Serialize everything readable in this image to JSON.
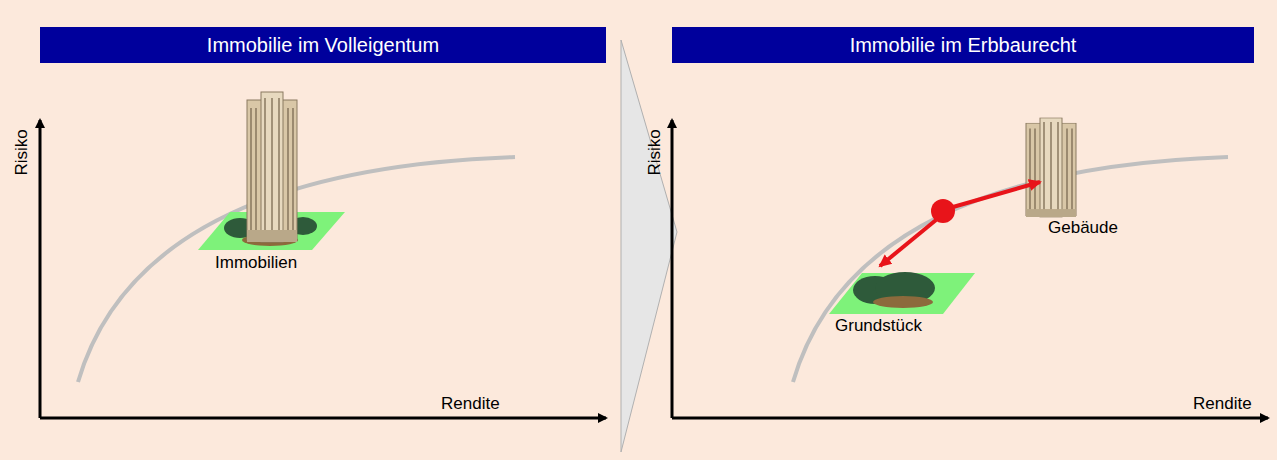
{
  "diagram": {
    "nodes": [
      {
        "text": [
          "Immobilie im Volleigentum"
        ]
      },
      {
        "text": [
          "Immobilie im Erbbaurecht"
        ]
      }
    ],
    "labels": [
      "Risiko",
      "Rendite",
      "Immobilien",
      "Risiko",
      "Rendite",
      "Gebäude",
      "Grundstück"
    ]
  }
}
